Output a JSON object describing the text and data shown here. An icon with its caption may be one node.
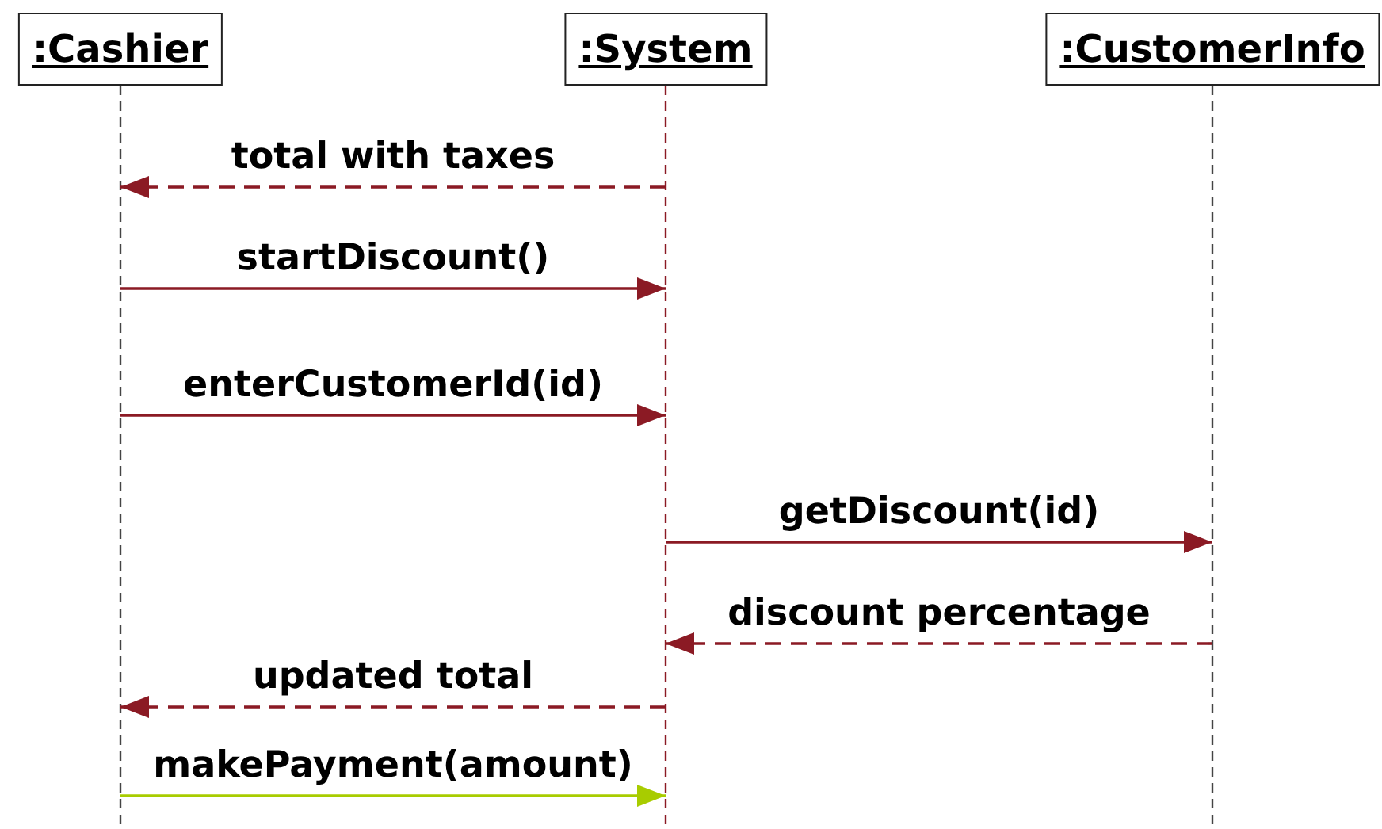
{
  "diagram": {
    "nodes": [
      {
        "text": [
          ":Cashier"
        ]
      },
      {
        "text": [
          ":System"
        ]
      },
      {
        "text": [
          ":CustomerInfo"
        ]
      }
    ],
    "edges": [
      {
        "from": 1,
        "to": 0,
        "arrow": "to",
        "label": "total with taxes",
        "style": "dashed"
      },
      {
        "from": 0,
        "to": 1,
        "arrow": "to",
        "label": "startDiscount()"
      },
      {
        "from": 0,
        "to": 1,
        "arrow": "to",
        "label": "enterCustomerId(id)"
      },
      {
        "from": 1,
        "to": 2,
        "arrow": "to",
        "label": "getDiscount(id)"
      },
      {
        "from": 2,
        "to": 1,
        "arrow": "to",
        "label": "discount percentage",
        "style": "dashed"
      },
      {
        "from": 1,
        "to": 0,
        "arrow": "to",
        "label": "updated total",
        "style": "dashed"
      },
      {
        "from": 0,
        "to": 1,
        "arrow": "to",
        "label": "makePayment(amount)",
        "color": "#a8cc00"
      }
    ]
  }
}
